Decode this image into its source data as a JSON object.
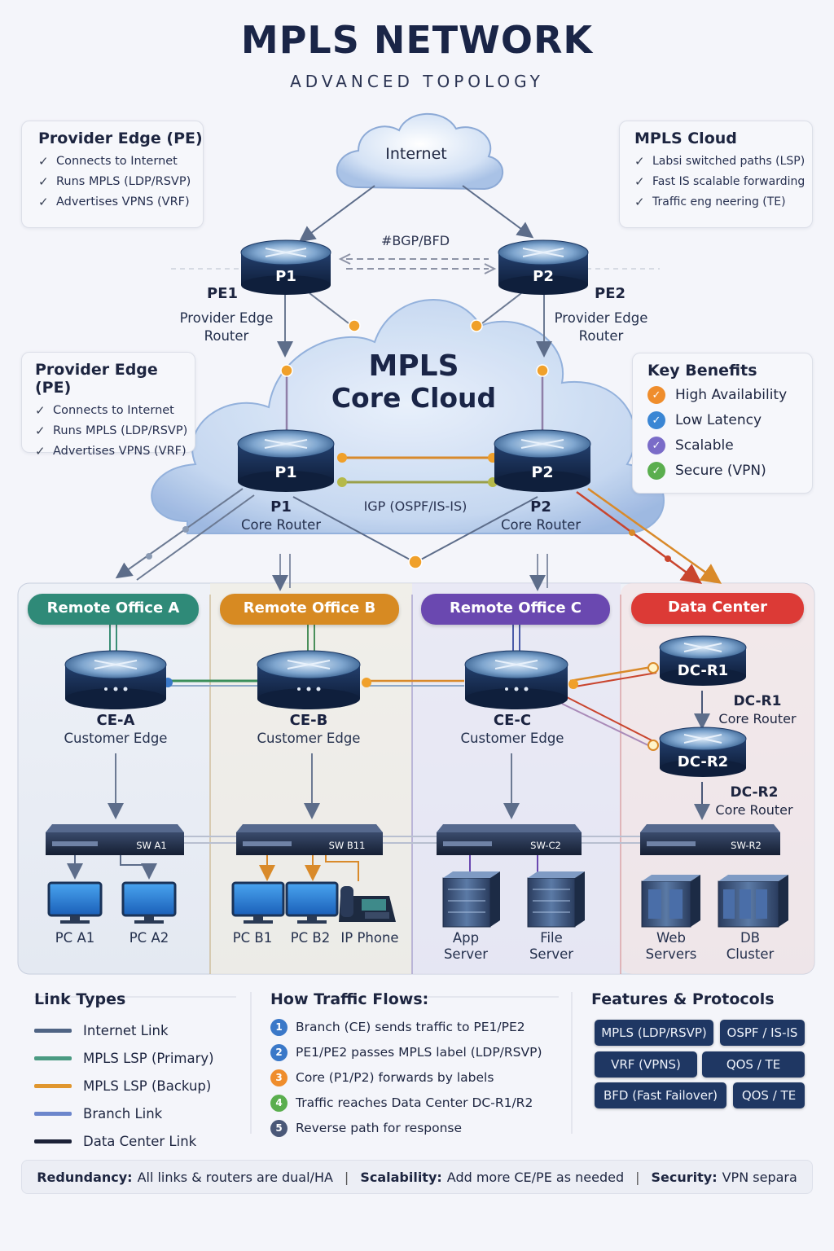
{
  "title": "MPLS NETWORK",
  "subtitle": "ADVANCED TOPOLOGY",
  "internet_label": "Internet",
  "bgp_label": "#BGP/BFD",
  "pe_card_top": {
    "heading": "Provider Edge (PE)",
    "items": [
      "Connects to Internet",
      "Runs MPLS (LDP/RSVP)",
      "Advertises VPNS (VRF)"
    ]
  },
  "pe_card_mid": {
    "heading": "Provider Edge (PE)",
    "items": [
      "Connects to Internet",
      "Runs MPLS (LDP/RSVP)",
      "Advertises VPNS (VRF)"
    ]
  },
  "mpls_cloud_card": {
    "heading": "MPLS Cloud",
    "items": [
      "Labsi switched paths (LSP)",
      "Fast IS scalable forwarding",
      "Traffic eng neering (TE)"
    ]
  },
  "key_benefits": {
    "heading": "Key Benefits",
    "items": [
      {
        "label": "High Availability",
        "color": "#ef8d2c"
      },
      {
        "label": "Low Latency",
        "color": "#3a86d4"
      },
      {
        "label": "Scalable",
        "color": "#7a6cc8"
      },
      {
        "label": "Secure (VPN)",
        "color": "#5aae4e"
      }
    ]
  },
  "core_cloud": {
    "line1": "MPLS",
    "line2": "Core Cloud"
  },
  "pe_routers": [
    {
      "icon_text": "P1",
      "name": "PE1",
      "role_line1": "Provider Edge",
      "role_line2": "Router"
    },
    {
      "icon_text": "P2",
      "name": "PE2",
      "role_line1": "Provider Edge",
      "role_line2": "Router"
    }
  ],
  "core_routers": [
    {
      "icon_text": "P1",
      "name": "P1",
      "role": "Core Router"
    },
    {
      "icon_text": "P2",
      "name": "P2",
      "role": "Core Router"
    }
  ],
  "igp_label": "IGP (OSPF/IS-IS)",
  "offices": [
    {
      "title": "Remote Office A",
      "color": "#2f8a78",
      "ce_name": "CE-A",
      "ce_role": "Customer Edge",
      "switch": "SW A1",
      "devices": [
        "PC A1",
        "PC A2"
      ]
    },
    {
      "title": "Remote Office B",
      "color": "#d78a22",
      "ce_name": "CE-B",
      "ce_role": "Customer Edge",
      "switch": "SW B11",
      "devices": [
        "PC B1",
        "PC B2",
        "IP Phone"
      ]
    },
    {
      "title": "Remote Office C",
      "color": "#6a48b0",
      "ce_name": "CE-C",
      "ce_role": "Customer Edge",
      "switch": "SW-C2",
      "devices": [
        "App Server",
        "File Server"
      ]
    },
    {
      "title": "Data Center",
      "color": "#dc3a36",
      "switch": "SW-R2",
      "devices": [
        "Web Servers",
        "DB Cluster"
      ]
    }
  ],
  "dc_routers": [
    {
      "icon_text": "DC-R1",
      "name": "DC-R1",
      "role": "Core Router"
    },
    {
      "icon_text": "DC-R2",
      "name": "DC-R2",
      "role": "Core Router"
    }
  ],
  "link_types": {
    "heading": "Link Types",
    "items": [
      {
        "label": "Internet Link",
        "color": "#4f6484"
      },
      {
        "label": "MPLS LSP (Primary)",
        "color": "#4a9a82"
      },
      {
        "label": "MPLS LSP (Backup)",
        "color": "#e0962e"
      },
      {
        "label": "Branch Link",
        "color": "#6c86cc"
      },
      {
        "label": "Data Center Link",
        "color": "#1c2238"
      }
    ]
  },
  "traffic_flow": {
    "heading": "How Traffic Flows:",
    "steps": [
      {
        "num": "1",
        "text": "Branch (CE) sends traffic to PE1/PE2",
        "color": "#3a78c8"
      },
      {
        "num": "2",
        "text": "PE1/PE2 passes MPLS label (LDP/RSVP)",
        "color": "#3a78c8"
      },
      {
        "num": "3",
        "text": "Core (P1/P2) forwards by labels",
        "color": "#ef8d2c"
      },
      {
        "num": "4",
        "text": "Traffic reaches Data Center DC-R1/R2",
        "color": "#5aae4e"
      },
      {
        "num": "5",
        "text": "Reverse path for response",
        "color": "#4a5878"
      }
    ]
  },
  "features": {
    "heading": "Features & Protocols",
    "tags": [
      "MPLS (LDP/RSVP)",
      "OSPF / IS-IS",
      "VRF (VPNS)",
      "QOS / TE",
      "BFD (Fast Failover)",
      "QOS / TE"
    ]
  },
  "footer": {
    "redundancy_label": "Redundancy:",
    "redundancy_text": "All links & routers are dual/HA",
    "scalability_label": "Scalability:",
    "scalability_text": "Add more CE/PE as needed",
    "security_label": "Security:",
    "security_text": "VPN separa"
  }
}
